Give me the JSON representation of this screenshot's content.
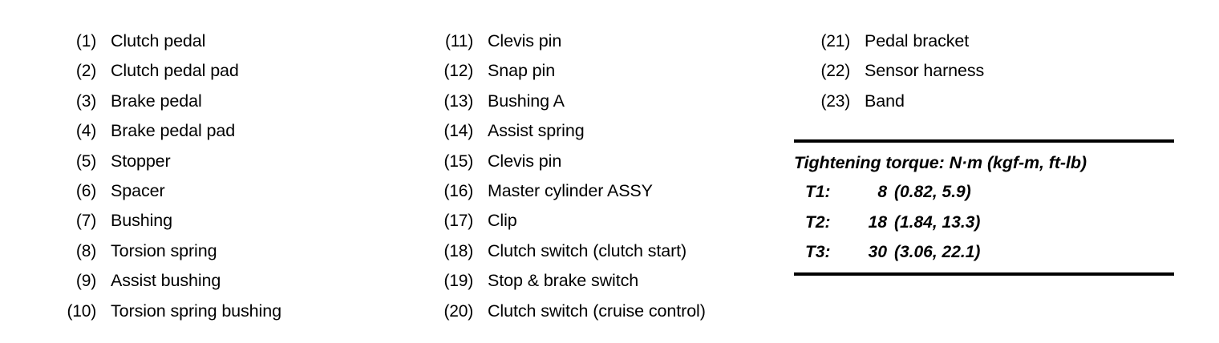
{
  "parts_list": {
    "columns": [
      {
        "id": "column-1",
        "items": [
          {
            "num": "(1)",
            "label": "Clutch pedal"
          },
          {
            "num": "(2)",
            "label": "Clutch pedal pad"
          },
          {
            "num": "(3)",
            "label": "Brake pedal"
          },
          {
            "num": "(4)",
            "label": "Brake pedal pad"
          },
          {
            "num": "(5)",
            "label": "Stopper"
          },
          {
            "num": "(6)",
            "label": "Spacer"
          },
          {
            "num": "(7)",
            "label": "Bushing"
          },
          {
            "num": "(8)",
            "label": "Torsion spring"
          },
          {
            "num": "(9)",
            "label": "Assist bushing"
          },
          {
            "num": "(10)",
            "label": "Torsion spring bushing"
          }
        ]
      },
      {
        "id": "column-2",
        "items": [
          {
            "num": "(11)",
            "label": "Clevis pin"
          },
          {
            "num": "(12)",
            "label": "Snap pin"
          },
          {
            "num": "(13)",
            "label": "Bushing A"
          },
          {
            "num": "(14)",
            "label": "Assist spring"
          },
          {
            "num": "(15)",
            "label": "Clevis pin"
          },
          {
            "num": "(16)",
            "label": "Master cylinder ASSY"
          },
          {
            "num": "(17)",
            "label": "Clip"
          },
          {
            "num": "(18)",
            "label": "Clutch switch (clutch start)"
          },
          {
            "num": "(19)",
            "label": "Stop & brake switch"
          },
          {
            "num": "(20)",
            "label": "Clutch switch (cruise control)"
          }
        ]
      },
      {
        "id": "column-3",
        "items": [
          {
            "num": "(21)",
            "label": "Pedal bracket"
          },
          {
            "num": "(22)",
            "label": "Sensor harness"
          },
          {
            "num": "(23)",
            "label": "Band"
          }
        ]
      }
    ]
  },
  "torque_table": {
    "title": "Tightening torque: N·m (kgf-m, ft-lb)",
    "rows": [
      {
        "key": "T1:",
        "nm": "8",
        "conversion": "(0.82, 5.9)"
      },
      {
        "key": "T2:",
        "nm": "18",
        "conversion": "(1.84, 13.3)"
      },
      {
        "key": "T3:",
        "nm": "30",
        "conversion": "(3.06, 22.1)"
      }
    ]
  },
  "colors": {
    "text": "#000000",
    "background": "#ffffff",
    "rule": "#000000"
  }
}
